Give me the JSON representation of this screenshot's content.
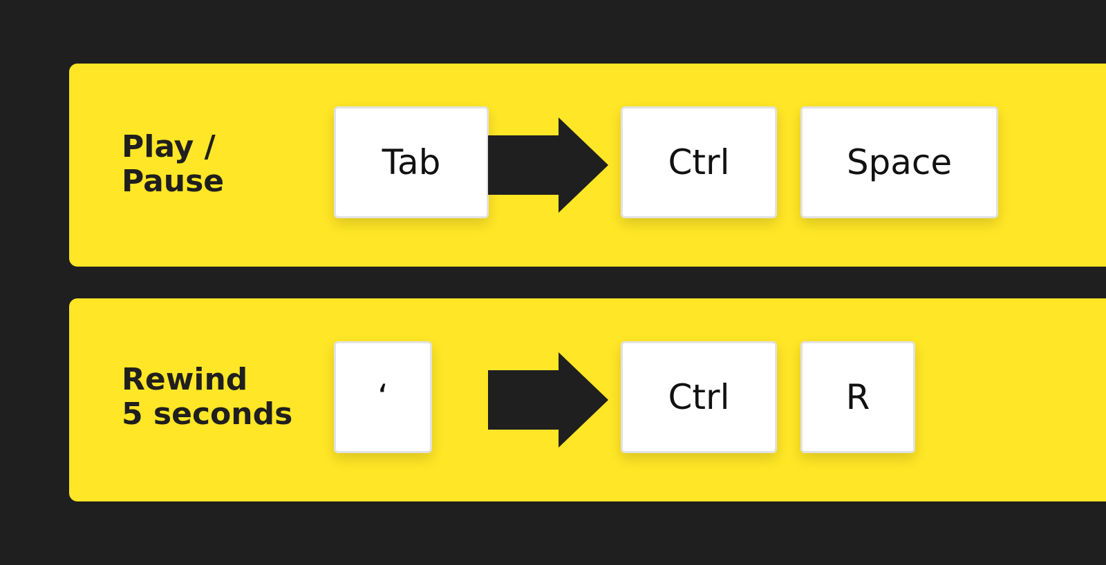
{
  "colors": {
    "background": "#1f1f1f",
    "panel": "#ffe626",
    "key": "#ffffff",
    "arrow": "#1f1f1f"
  },
  "shortcuts": [
    {
      "label_lines": [
        "Play /",
        "Pause"
      ],
      "trigger_key": "Tab",
      "result_keys": [
        "Ctrl",
        "Space"
      ]
    },
    {
      "label_lines": [
        "Rewind",
        "5 seconds"
      ],
      "trigger_key": "‘",
      "result_keys": [
        "Ctrl",
        "R"
      ]
    }
  ]
}
